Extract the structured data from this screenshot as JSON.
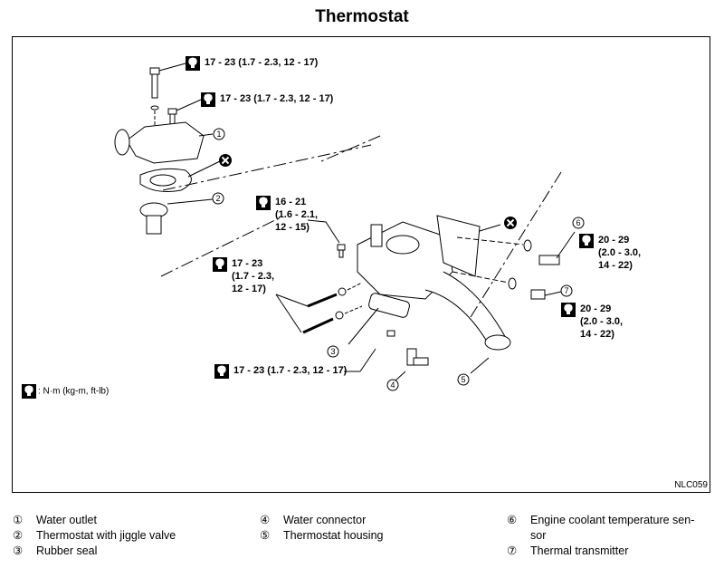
{
  "title": "Thermostat",
  "figure_code": "NLC059",
  "torque_specs": [
    {
      "id": "tq-outlet-bolt",
      "lines": [
        "17 - 23 (1.7 - 2.3, 12 - 17)"
      ]
    },
    {
      "id": "tq-outlet-bolt-2",
      "lines": [
        "17 - 23 (1.7 - 2.3, 12 - 17)"
      ]
    },
    {
      "id": "tq-upper-bolt",
      "lines": [
        "16 - 21",
        "(1.6 - 2.1,",
        "12 - 15)"
      ]
    },
    {
      "id": "tq-long-bolts",
      "lines": [
        "17 - 23",
        "(1.7 - 2.3,",
        "12 - 17)"
      ]
    },
    {
      "id": "tq-connector",
      "lines": [
        "17 - 23 (1.7 - 2.3, 12 - 17)"
      ]
    },
    {
      "id": "tq-sensor",
      "lines": [
        "20 - 29",
        "(2.0 - 3.0,",
        "14 - 22)"
      ]
    },
    {
      "id": "tq-transmitter",
      "lines": [
        "20 - 29",
        "(2.0 - 3.0,",
        "14 - 22)"
      ]
    }
  ],
  "units_note": ": N·m (kg-m, ft-lb)",
  "callouts": [
    "1",
    "2",
    "3",
    "4",
    "5",
    "6",
    "7"
  ],
  "parts": [
    {
      "num": "①",
      "name": "Water outlet"
    },
    {
      "num": "②",
      "name": "Thermostat with jiggle valve"
    },
    {
      "num": "③",
      "name": "Rubber seal"
    },
    {
      "num": "④",
      "name": "Water connector"
    },
    {
      "num": "⑤",
      "name": "Thermostat housing"
    },
    {
      "num": "⑥",
      "name": "Engine coolant temperature sen-",
      "cont": "sor"
    },
    {
      "num": "⑦",
      "name": "Thermal transmitter"
    }
  ]
}
